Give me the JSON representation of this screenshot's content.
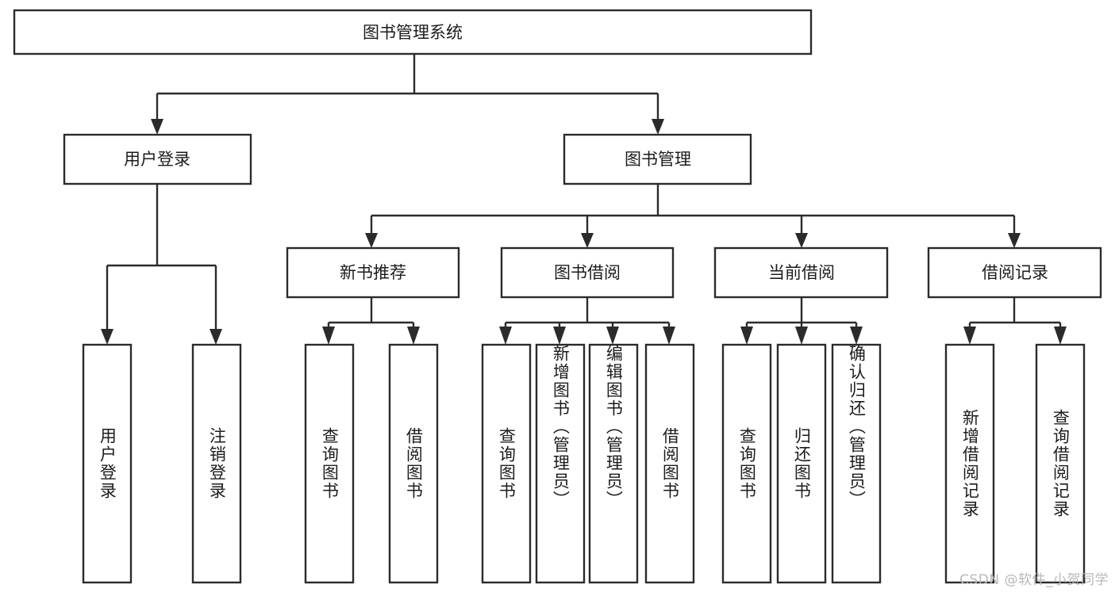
{
  "diagram": {
    "type": "tree",
    "title": "图书管理系统",
    "orientation": "top-down",
    "background_color": "#ffffff",
    "line_color": "#2b2b2b",
    "text_color": "#1c1c1c",
    "root": {
      "id": "root",
      "label": "图书管理系统"
    },
    "level2": [
      {
        "id": "user-login",
        "label": "用户登录"
      },
      {
        "id": "book-manage",
        "label": "图书管理"
      }
    ],
    "level3": [
      {
        "id": "new-book-recommend",
        "label": "新书推荐",
        "parent": "book-manage"
      },
      {
        "id": "book-borrow",
        "label": "图书借阅",
        "parent": "book-manage"
      },
      {
        "id": "current-borrow",
        "label": "当前借阅",
        "parent": "book-manage"
      },
      {
        "id": "borrow-record",
        "label": "借阅记录",
        "parent": "book-manage"
      }
    ],
    "leaves": [
      {
        "id": "leaf-user-login",
        "label": "用户登录",
        "parent": "user-login"
      },
      {
        "id": "leaf-user-logout",
        "label": "注销登录",
        "parent": "user-login"
      },
      {
        "id": "leaf-query-book-1",
        "label": "查询图书",
        "parent": "new-book-recommend"
      },
      {
        "id": "leaf-borrow-book-1",
        "label": "借阅图书",
        "parent": "new-book-recommend"
      },
      {
        "id": "leaf-query-book-2",
        "label": "查询图书",
        "parent": "book-borrow"
      },
      {
        "id": "leaf-add-book",
        "label": "新增图书（管理员）",
        "parent": "book-borrow"
      },
      {
        "id": "leaf-edit-book",
        "label": "编辑图书（管理员）",
        "parent": "book-borrow"
      },
      {
        "id": "leaf-borrow-book-2",
        "label": "借阅图书",
        "parent": "book-borrow"
      },
      {
        "id": "leaf-query-book-3",
        "label": "查询图书",
        "parent": "current-borrow"
      },
      {
        "id": "leaf-return-book",
        "label": "归还图书",
        "parent": "current-borrow"
      },
      {
        "id": "leaf-confirm-return",
        "label": "确认归还（管理员）",
        "parent": "current-borrow"
      },
      {
        "id": "leaf-add-record",
        "label": "新增借阅记录",
        "parent": "borrow-record"
      },
      {
        "id": "leaf-query-record",
        "label": "查询借阅记录",
        "parent": "borrow-record"
      }
    ]
  },
  "watermark": {
    "text": "CSDN @软件_小贺同学",
    "color": "#b8b8b8"
  }
}
